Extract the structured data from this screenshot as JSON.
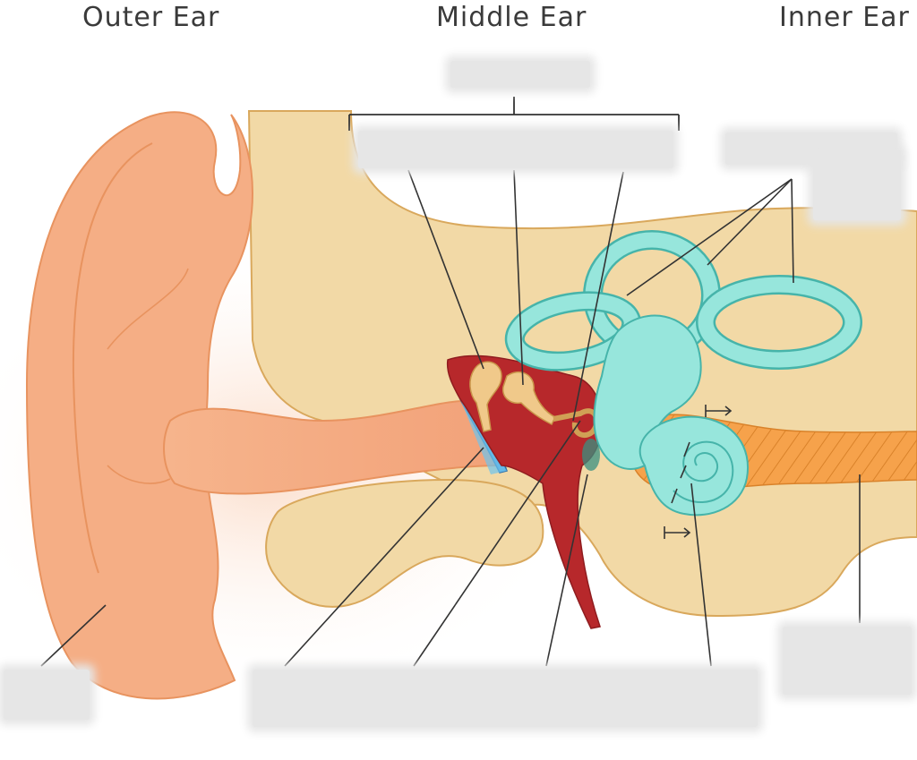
{
  "titles": {
    "outer": "Outer Ear",
    "middle": "Middle Ear",
    "inner": "Inner Ear"
  },
  "colors": {
    "skin": "#f5ae85",
    "skin_light": "#f9cba8",
    "skin_outline": "#e8935f",
    "bone": "#f2d9a6",
    "bone_outline": "#d9a85c",
    "cavity": "#b7282b",
    "labyrinth": "#97e6dc",
    "labyrinth_outline": "#46b4aa",
    "nerve": "#f19a3e",
    "eardrum": "#4fa3dc",
    "ossicle": "#f0c98a",
    "leader_line": "#333333",
    "blank_label": "#e6e6e6"
  }
}
